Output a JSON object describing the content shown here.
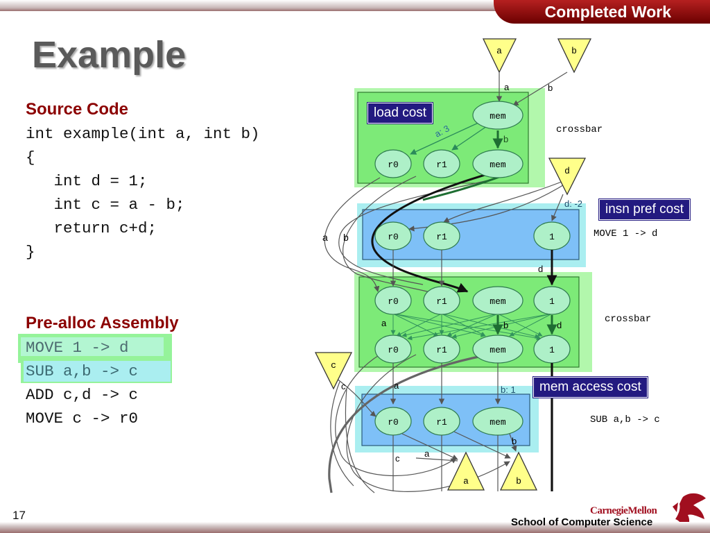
{
  "header": {
    "section_tab": "Completed Work"
  },
  "title": "Example",
  "source_code": {
    "heading": "Source Code",
    "lines": [
      "int example(int a, int b)",
      "{",
      "   int d = 1;",
      "   int c = a - b;",
      "   return c+d;",
      "}"
    ]
  },
  "assembly": {
    "heading": "Pre-alloc Assembly",
    "lines": [
      "MOVE 1 -> d",
      "SUB a,b -> c",
      "ADD c,d -> c",
      "MOVE c -> r0"
    ]
  },
  "callouts": {
    "load_cost": "load cost",
    "insn_pref_cost": "insn pref cost",
    "mem_access_cost": "mem access cost"
  },
  "diagram": {
    "triangles": {
      "a_in": "a",
      "b_in": "b",
      "d_in": "d",
      "c_in": "c",
      "a_out": "a",
      "b_out": "b"
    },
    "node_labels": {
      "r0": "r0",
      "r1": "r1",
      "mem": "mem",
      "one": "1"
    },
    "group_labels": {
      "crossbar1": "crossbar",
      "move": "MOVE 1 -> d",
      "crossbar2": "crossbar",
      "sub": "SUB a,b -> c"
    },
    "edge_labels": {
      "a_top": "a",
      "b_top": "b",
      "a3": "a: 3",
      "b_mid": "b",
      "d_neg": "d: -2",
      "a_left": "a",
      "b_left": "b",
      "d_mid": "d",
      "a_cross": "a",
      "b_cross": "b",
      "d_cross": "d",
      "c_low": "c",
      "a_low": "a",
      "b1": "b: 1",
      "b_bot": "b",
      "a_bot": "a",
      "c_bot": "c"
    }
  },
  "footer": {
    "slide_number": "17",
    "school": "School of Computer Science",
    "university": "CarnegieMellon"
  },
  "colors": {
    "accent_red": "#8b0000",
    "green_region": "#a6f6a6",
    "blue_region": "#aaeef0",
    "node_fill": "#aef0c8",
    "callout_bg": "#231a80"
  }
}
